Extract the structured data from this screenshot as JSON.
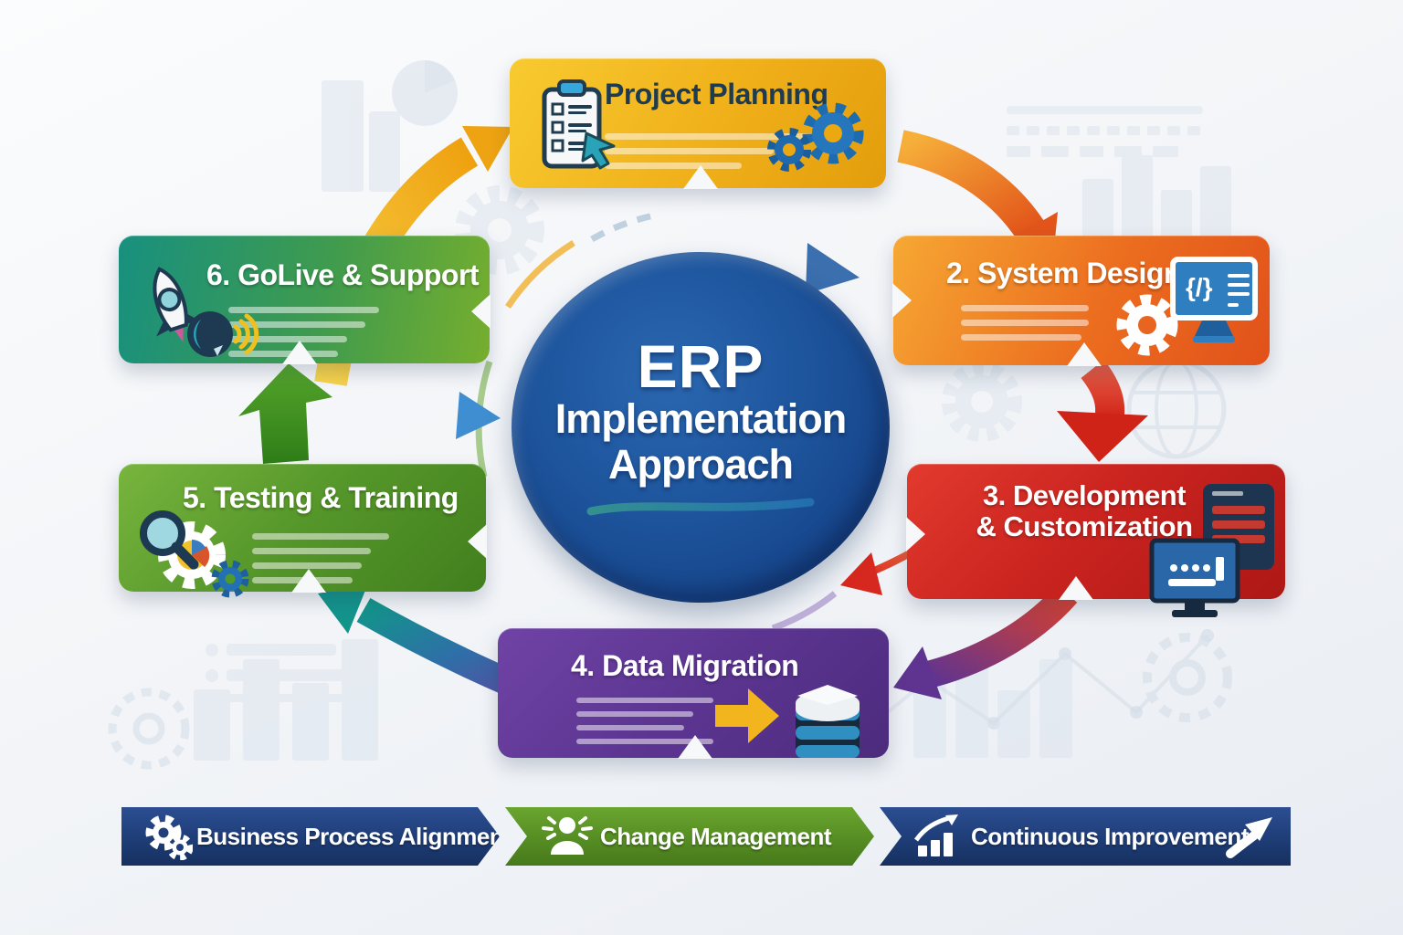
{
  "diagram": {
    "center": {
      "title_lines": [
        "ERP",
        "Implementation",
        "Approach"
      ],
      "bg_color": "#1b4f94",
      "text_color": "#ffffff"
    },
    "steps": [
      {
        "label": "Project Planning",
        "color": "#f0b01a",
        "text_color": "#1d3c52",
        "icon": "clipboard-checklist-icon"
      },
      {
        "label": "2. System Design",
        "color": "#ec6d1f",
        "text_color": "#ffffff",
        "icon": "gear-monitor-code-icon"
      },
      {
        "label": "3. Development\n& Customization",
        "color": "#cb2420",
        "text_color": "#ffffff",
        "icon": "devices-monitor-icon"
      },
      {
        "label": "4. Data Migration",
        "color": "#5c3591",
        "text_color": "#ffffff",
        "icon": "arrow-database-icon"
      },
      {
        "label": "5. Testing & Training",
        "color": "#55962a",
        "text_color": "#ffffff",
        "icon": "magnifier-gear-icon"
      },
      {
        "label": "6. GoLive & Support",
        "color": "#3f9b4e",
        "text_color": "#ffffff",
        "icon": "rocket-headset-icon"
      }
    ],
    "footer": {
      "items": [
        {
          "label": "Business Process Alignment",
          "color": "#20407c",
          "icon": "gears-icon"
        },
        {
          "label": "Change Management",
          "color": "#578f24",
          "icon": "person-change-icon"
        },
        {
          "label": "Continuous Improvement",
          "color": "#20407c",
          "icon": "growth-chart-icon"
        }
      ]
    },
    "flow_arrow_colors": {
      "golive_to_planning": "#efa10f",
      "planning_to_design": "#e2541a",
      "design_to_development": "#cf2318",
      "development_to_migration": "#5f3490",
      "migration_to_testing": "#13948b",
      "testing_to_golive": "#3e8a21"
    }
  }
}
